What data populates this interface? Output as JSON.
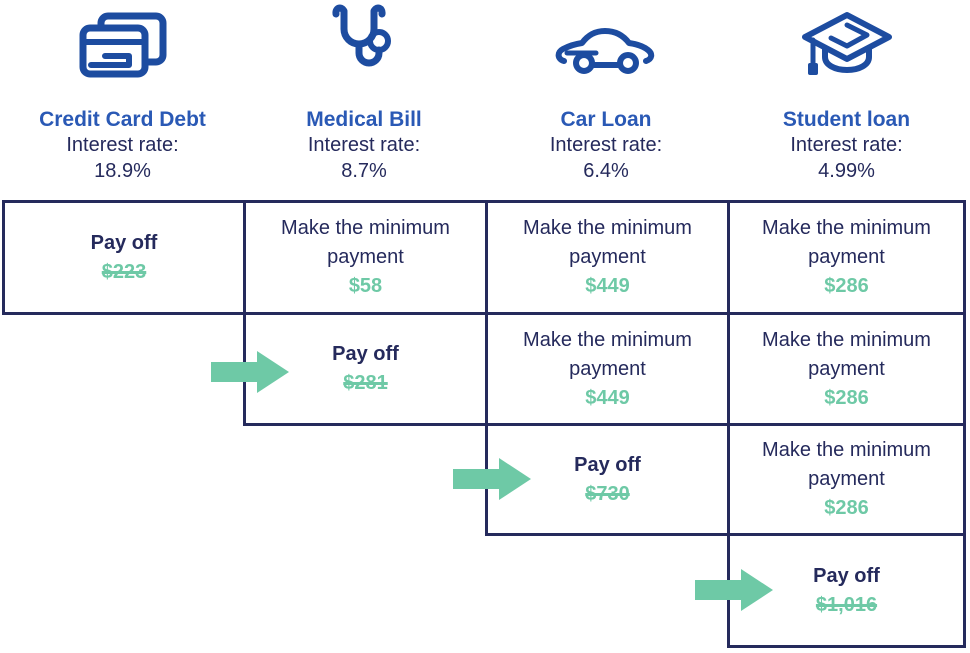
{
  "title_context": "debt payoff priority diagram",
  "colors": {
    "navy": "#252A5C",
    "heading_blue": "#2A59B5",
    "icon_blue": "#1D4CA0",
    "accent_green": "#6EC9A6",
    "background": "#FFFFFF"
  },
  "columns": [
    {
      "icon": "credit-card-icon",
      "title": "Credit Card Debt",
      "interest_label": "Interest rate:",
      "rate": "18.9%"
    },
    {
      "icon": "stethoscope-icon",
      "title": "Medical Bill",
      "interest_label": "Interest rate:",
      "rate": "8.7%"
    },
    {
      "icon": "car-icon",
      "title": "Car Loan",
      "interest_label": "Interest rate:",
      "rate": "6.4%"
    },
    {
      "icon": "graduation-cap-icon",
      "title": "Student loan",
      "interest_label": "Interest rate:",
      "rate": "4.99%"
    }
  ],
  "cells": [
    {
      "row": 1,
      "column": "Credit Card Debt",
      "action": "Pay off",
      "amount": "$223",
      "paid_off": true
    },
    {
      "row": 1,
      "column": "Medical Bill",
      "action": "Make the minimum payment",
      "amount": "$58",
      "paid_off": false
    },
    {
      "row": 1,
      "column": "Car Loan",
      "action": "Make the minimum payment",
      "amount": "$449",
      "paid_off": false
    },
    {
      "row": 1,
      "column": "Student loan",
      "action": "Make the minimum payment",
      "amount": "$286",
      "paid_off": false
    },
    {
      "row": 2,
      "column": "Medical Bill",
      "action": "Pay off",
      "amount": "$281",
      "paid_off": true
    },
    {
      "row": 2,
      "column": "Car Loan",
      "action": "Make the minimum payment",
      "amount": "$449",
      "paid_off": false
    },
    {
      "row": 2,
      "column": "Student loan",
      "action": "Make the minimum payment",
      "amount": "$286",
      "paid_off": false
    },
    {
      "row": 3,
      "column": "Car Loan",
      "action": "Pay off",
      "amount": "$730",
      "paid_off": true
    },
    {
      "row": 3,
      "column": "Student loan",
      "action": "Make the minimum payment",
      "amount": "$286",
      "paid_off": false
    },
    {
      "row": 4,
      "column": "Student loan",
      "action": "Pay off",
      "amount": "$1,016",
      "paid_off": true
    }
  ],
  "arrows": [
    {
      "points_to": "Pay off $281"
    },
    {
      "points_to": "Pay off $730"
    },
    {
      "points_to": "Pay off $1,016"
    }
  ]
}
